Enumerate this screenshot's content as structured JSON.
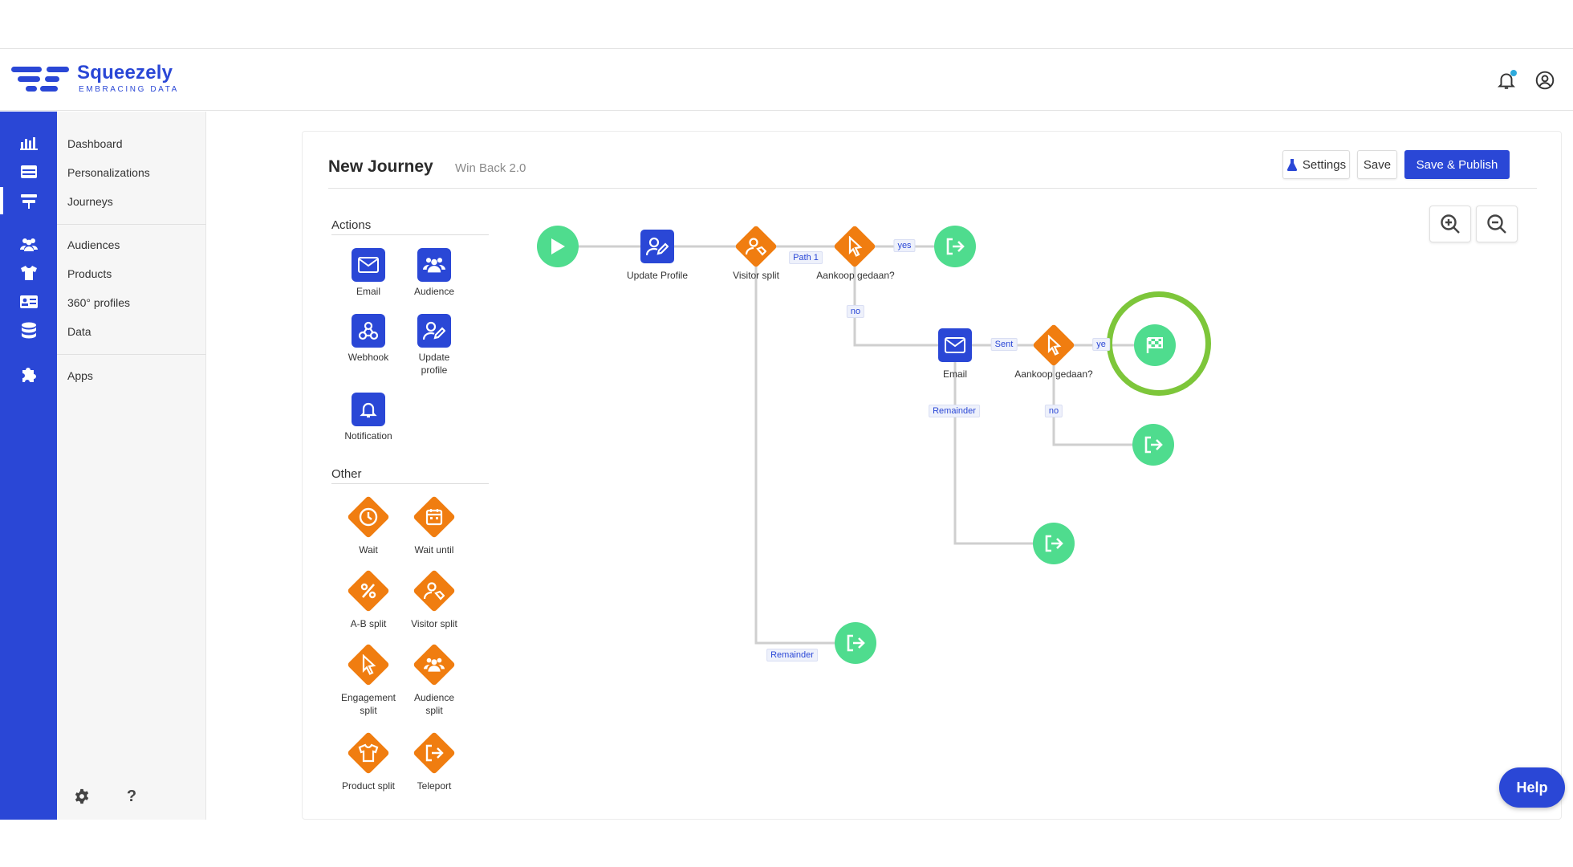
{
  "brand": {
    "name": "Squeezely",
    "tagline": "EMBRACING DATA",
    "color": "#2a47d6"
  },
  "topbar": {
    "icons": [
      "bell-icon",
      "account-icon"
    ]
  },
  "nav": {
    "items": [
      "Dashboard",
      "Personalizations",
      "Journeys",
      "Audiences",
      "Products",
      "360° profiles",
      "Data",
      "Apps"
    ],
    "active": "Journeys",
    "footer_icons": [
      "gear-icon",
      "question-icon"
    ]
  },
  "journey": {
    "title": "New Journey",
    "subtitle": "Win Back 2.0"
  },
  "toolbar": {
    "settings_label": "Settings",
    "save_label": "Save",
    "publish_label": "Save & Publish"
  },
  "palette": {
    "actions_heading": "Actions",
    "actions": [
      "Email",
      "Audience",
      "Webhook",
      "Update profile",
      "Notification"
    ],
    "other_heading": "Other",
    "other": [
      "Wait",
      "Wait until",
      "A-B split",
      "Visitor split",
      "Engagement split",
      "Audience split",
      "Product split",
      "Teleport"
    ]
  },
  "flow": {
    "nodes": {
      "update_profile": "Update Profile",
      "visitor_split": "Visitor split",
      "purchase_1": "Aankoop gedaan?",
      "email": "Email",
      "purchase_2": "Aankoop gedaan?"
    },
    "edges": {
      "path1": "Path 1",
      "yes_1": "yes",
      "no_1": "no",
      "sent": "Sent",
      "yes_2": "ye",
      "no_2": "no",
      "remainder_email": "Remainder",
      "remainder_split": "Remainder"
    }
  },
  "help_label": "Help",
  "colors": {
    "blue": "#2a47d6",
    "orange": "#f07d10",
    "green": "#4fdc8e",
    "highlight": "#7dc63a",
    "edge": "#cfcfcf"
  }
}
